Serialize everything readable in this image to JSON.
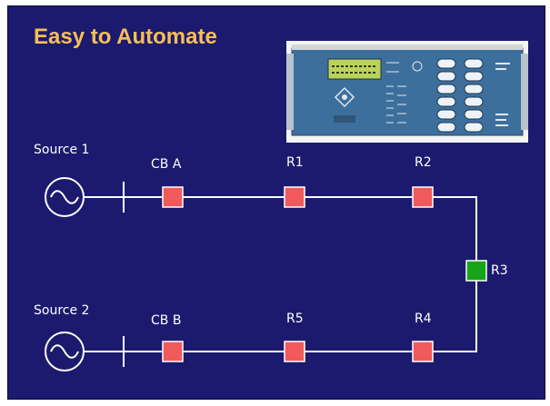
{
  "title": "Easy to Automate",
  "sources": [
    {
      "label": "Source 1"
    },
    {
      "label": "Source 2"
    }
  ],
  "breakers": [
    {
      "id": "cba",
      "label": "CB A",
      "color": "#f15a5a"
    },
    {
      "id": "r1",
      "label": "R1",
      "color": "#f15a5a"
    },
    {
      "id": "r2",
      "label": "R2",
      "color": "#f15a5a"
    },
    {
      "id": "r3",
      "label": "R3",
      "color": "#18a418"
    },
    {
      "id": "cbb",
      "label": "CB B",
      "color": "#f15a5a"
    },
    {
      "id": "r5",
      "label": "R5",
      "color": "#f15a5a"
    },
    {
      "id": "r4",
      "label": "R4",
      "color": "#f15a5a"
    }
  ],
  "colors": {
    "background": "#1c1a6e",
    "title": "#f7bf55",
    "line": "#ffffff",
    "open_breaker": "#f15a5a",
    "closed_breaker": "#18a418"
  },
  "device_image": "recloser-controller-front-panel"
}
